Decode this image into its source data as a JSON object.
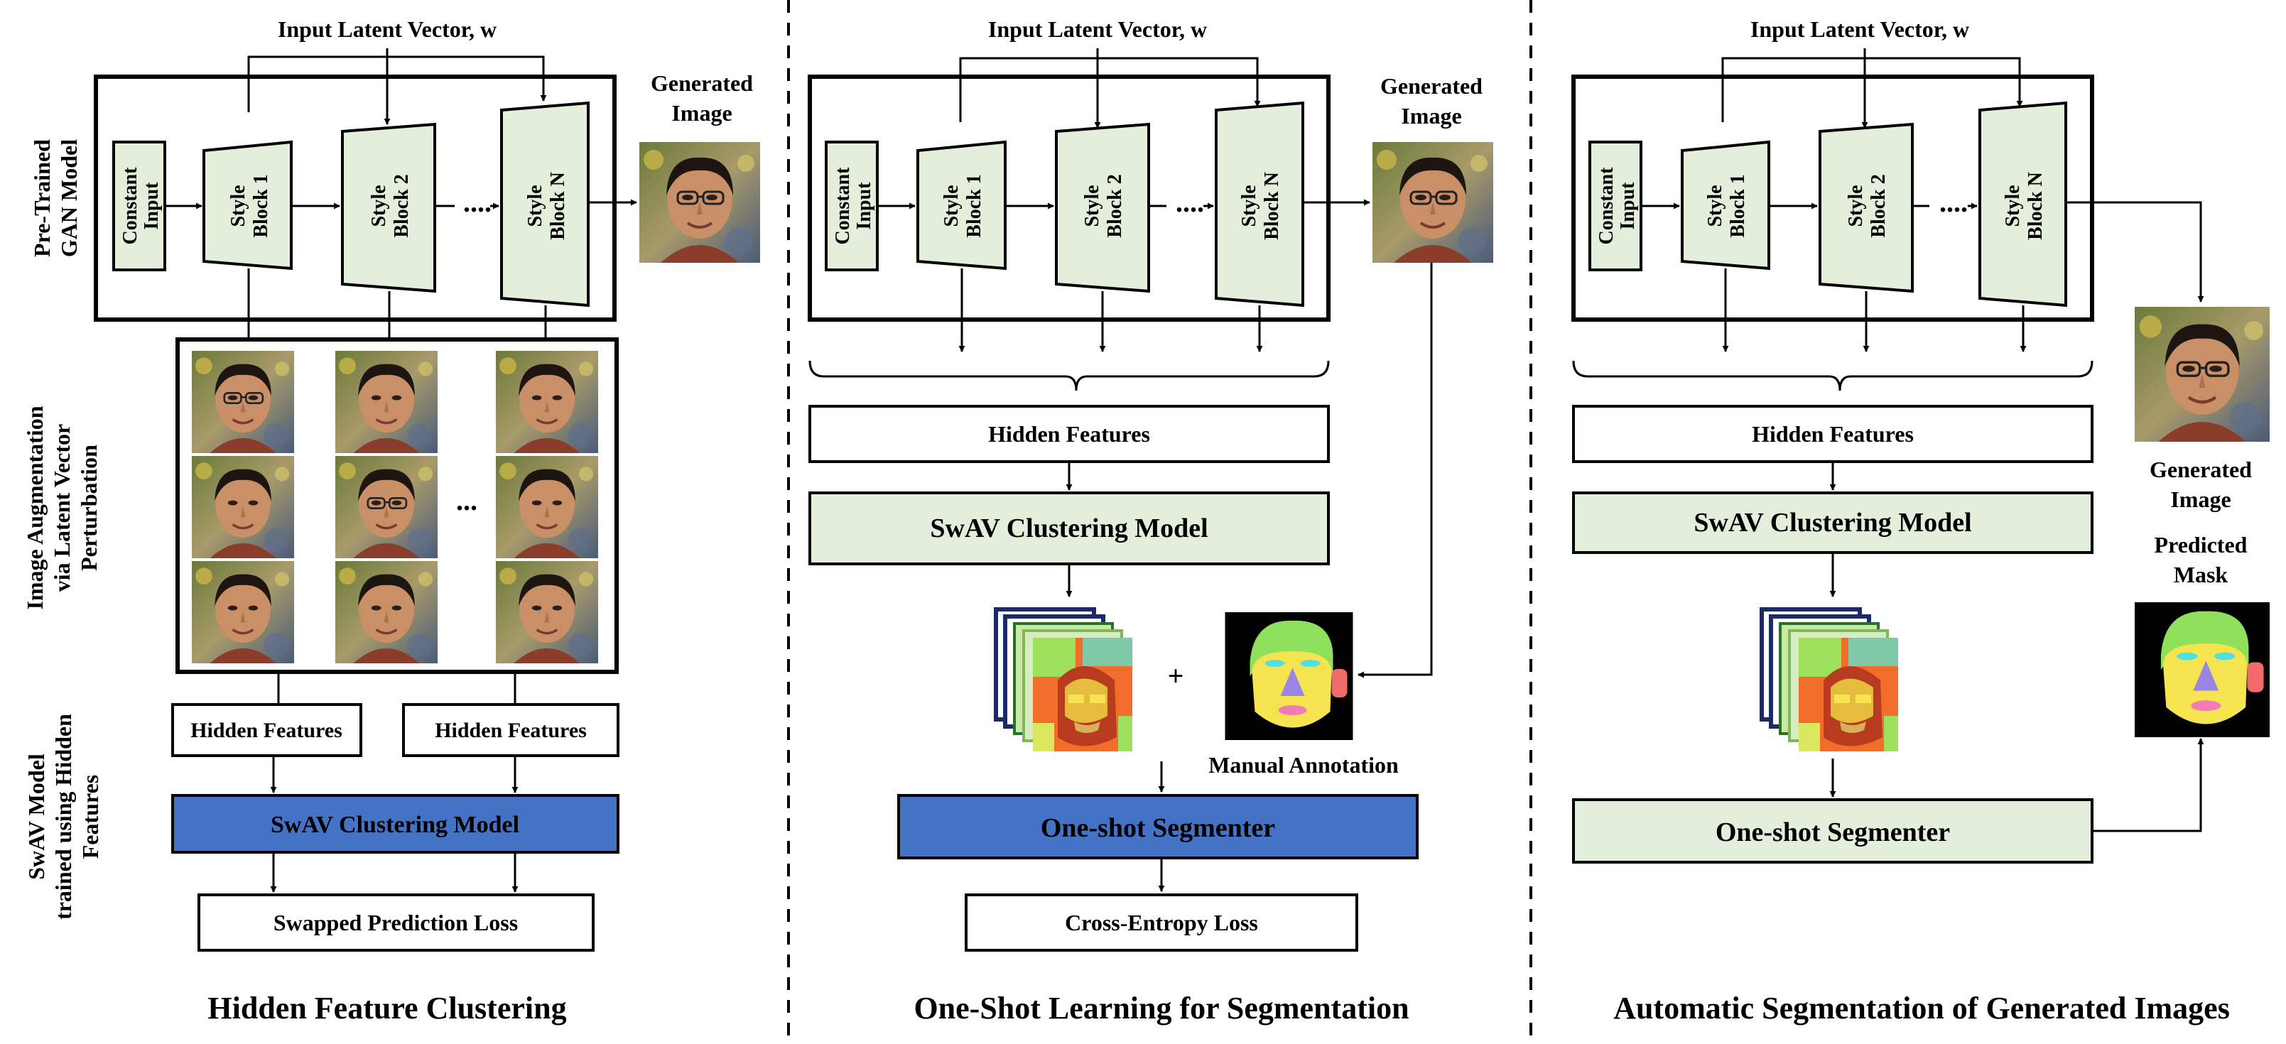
{
  "section_titles": {
    "left": "Hidden Feature Clustering",
    "middle": "One-Shot Learning for Segmentation",
    "right": "Automatic Segmentation of Generated Images"
  },
  "gan": {
    "input_label": "Input Latent Vector, w",
    "model_label_1": "Pre-Trained",
    "model_label_2": "GAN Model",
    "constant_1": "Constant",
    "constant_2": "Input",
    "style_top": "Style",
    "block1": "Block 1",
    "block2": "Block 2",
    "blockN": "Block N",
    "dots": "....",
    "generated_1": "Generated",
    "generated_2": "Image"
  },
  "left": {
    "aug_label_1": "Image  Augmentation",
    "aug_label_2": "via Latent  Vector",
    "aug_label_3": "Perturbation",
    "grid_dots": "...",
    "swav_label_1": "SwAV  Model",
    "swav_label_2": "trained  using Hidden",
    "swav_label_3": "Features",
    "hidden_features": "Hidden Features",
    "swav_clustering": "SwAV Clustering Model",
    "loss": "Swapped Prediction Loss"
  },
  "middle": {
    "hidden_features": "Hidden Features",
    "swav_clustering": "SwAV Clustering Model",
    "plus": "+",
    "manual_annotation": "Manual Annotation",
    "segmenter": "One-shot Segmenter",
    "loss": "Cross-Entropy Loss"
  },
  "right": {
    "hidden_features": "Hidden Features",
    "swav_clustering": "SwAV Clustering Model",
    "segmenter": "One-shot Segmenter",
    "generated_1": "Generated",
    "generated_2": "Image",
    "mask_1": "Predicted",
    "mask_2": "Mask"
  },
  "colors": {
    "block_green": "#e3efdb",
    "segmenter_blue": "#4472c4",
    "mask_green": "#8fe05a",
    "mask_yellow": "#f5e44f",
    "mask_purple": "#9a85e6",
    "mask_pink": "#f07bb5",
    "mask_red": "#f26b6b",
    "mask_cyan": "#4fe0e0"
  }
}
